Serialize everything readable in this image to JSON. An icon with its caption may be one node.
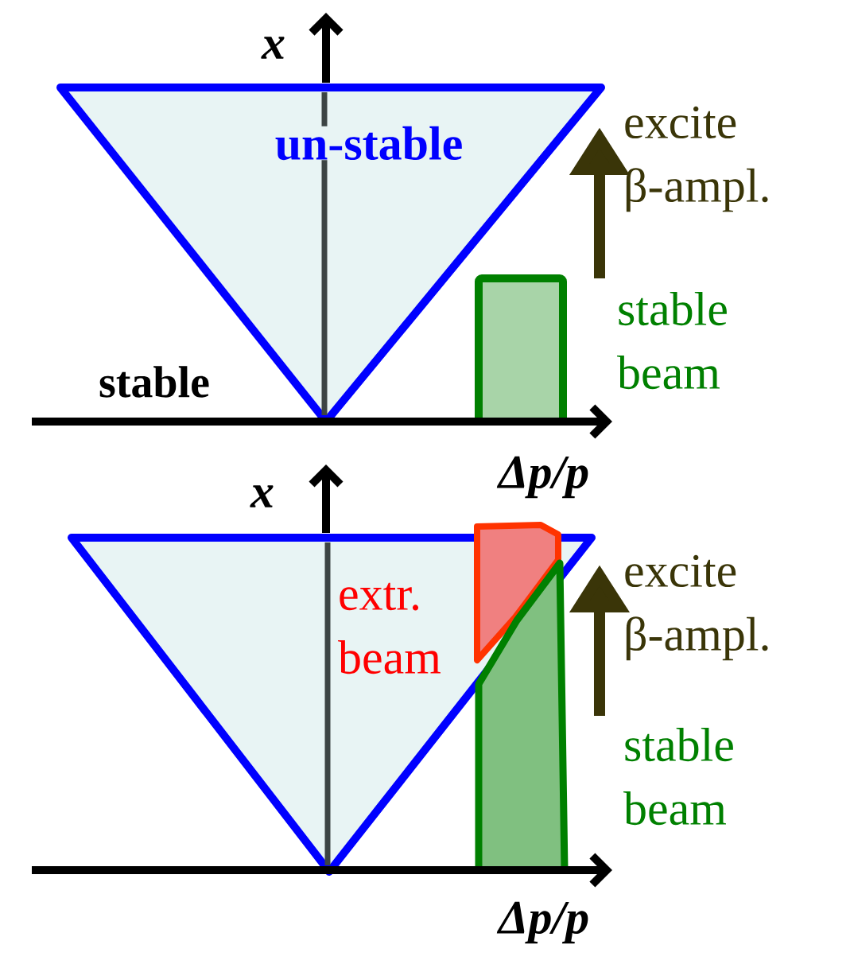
{
  "diagram": {
    "nodes": [
      {
        "text": [
          "un-stable"
        ]
      },
      {
        "text": [],
        "shape": "box"
      },
      {
        "text": [],
        "shape": "triangle"
      },
      {
        "text": [],
        "shape": "box"
      },
      {
        "text": [],
        "shape": "box"
      }
    ],
    "labels": [
      "x",
      "excite β-ampl.",
      "stable beam",
      "stable",
      "Δp/p",
      "x",
      "extr. beam",
      "excite β-ampl.",
      "stable beam",
      "Δp/p"
    ]
  }
}
